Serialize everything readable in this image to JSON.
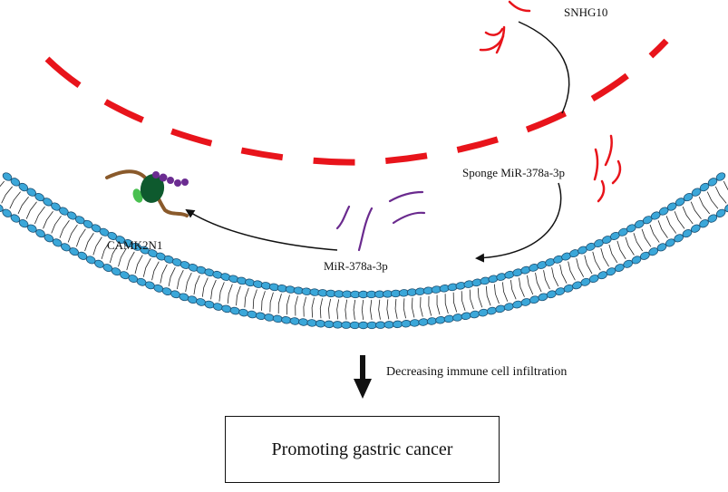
{
  "labels": {
    "lncrna": "SNHG10",
    "sponge": "Sponge MiR-378a-3p",
    "mirna": "MiR-378a-3p",
    "target": "CAMK2N1",
    "effect": "Decreasing immune cell infiltration",
    "outcome": "Promoting gastric cancer"
  },
  "colors": {
    "rna_strand": "#e8141b",
    "mirna_strand": "#6a2a8e",
    "lipid_head": "#3ba7d9",
    "lipid_outline": "#1b4f72",
    "protein_dark": "#0e5a2e",
    "protein_light": "#49c050",
    "protein_chain": "#8a5a2b",
    "beads": "#6b2c91",
    "arrow": "#111111"
  },
  "icons": [
    "membrane-bilayer",
    "mirna-strands",
    "camk2n1-protein",
    "rna-dashes"
  ]
}
